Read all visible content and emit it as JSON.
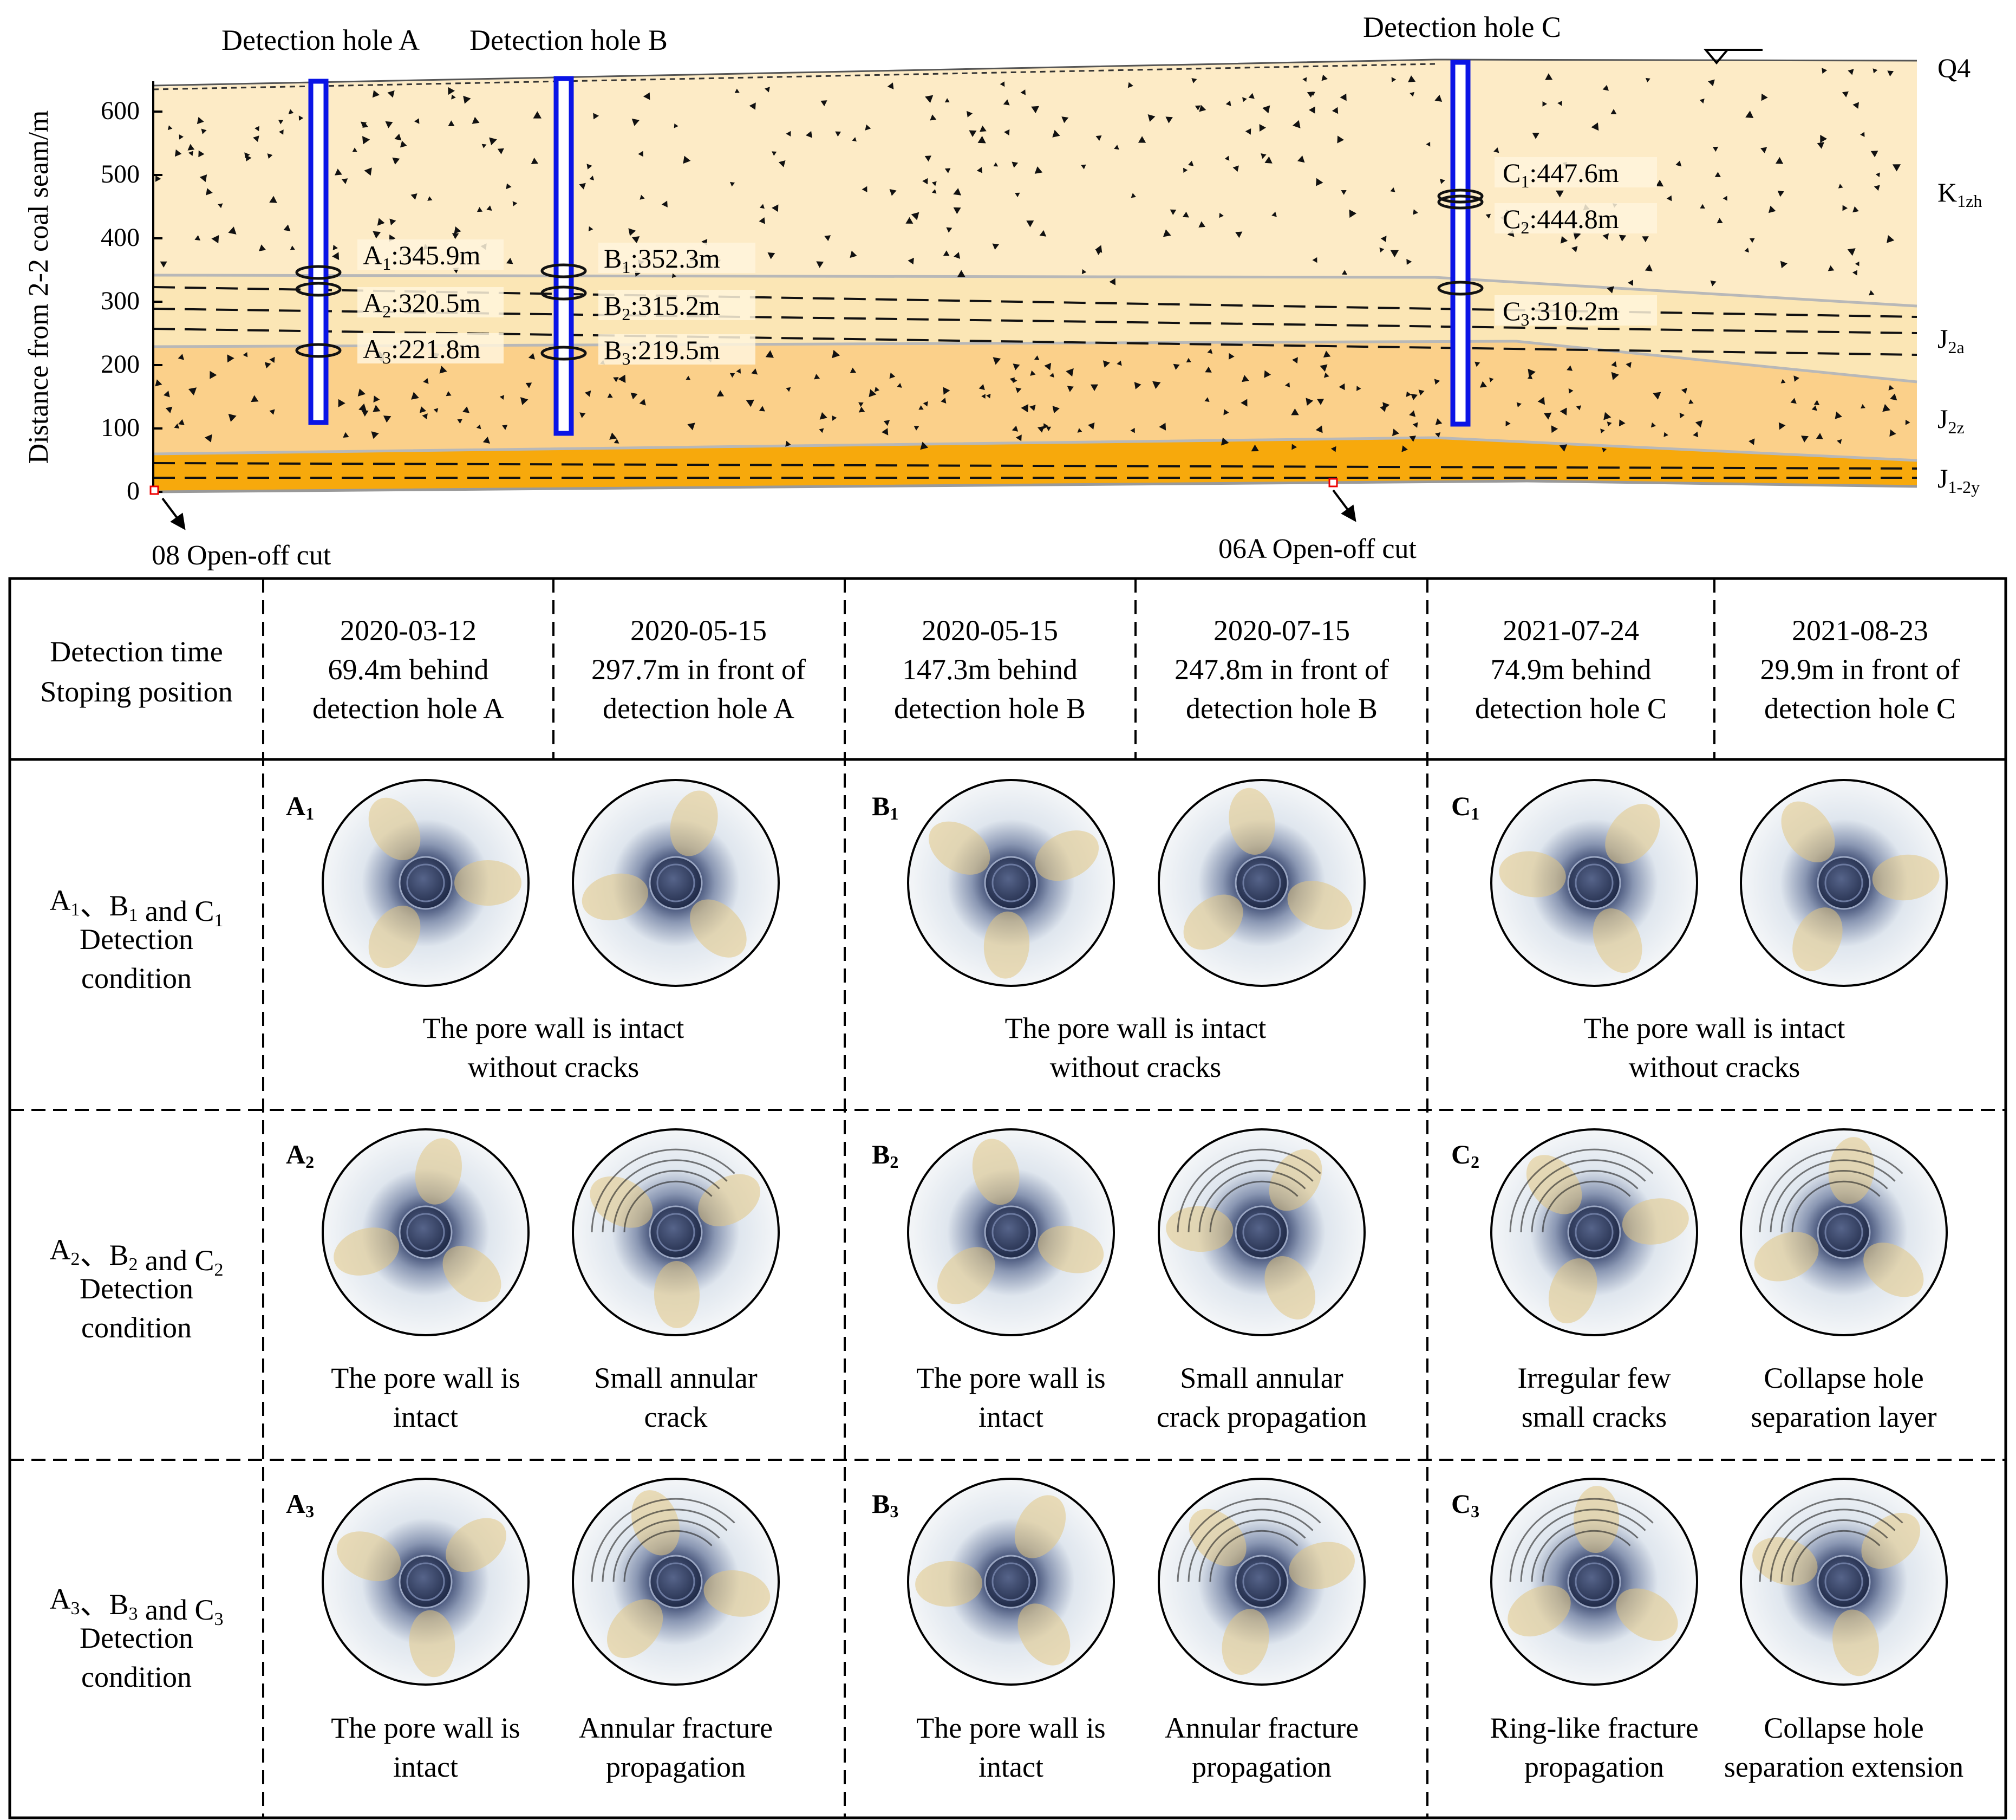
{
  "section": {
    "hole_titles": [
      "Detection hole A",
      "Detection hole B",
      "Detection hole C"
    ],
    "y_axis_label": "Distance from 2-2 coal seam/m",
    "y_ticks": [
      "0",
      "100",
      "200",
      "300",
      "400",
      "500",
      "600"
    ],
    "layers": [
      "Q4",
      "K1zh",
      "J2a",
      "J2z",
      "J1-2y"
    ],
    "markers": [
      {
        "main": "A",
        "sub": "1",
        "val": ":345.9m"
      },
      {
        "main": "A",
        "sub": "2",
        "val": ":320.5m"
      },
      {
        "main": "A",
        "sub": "3",
        "val": ":221.8m"
      },
      {
        "main": "B",
        "sub": "1",
        "val": ":352.3m"
      },
      {
        "main": "B",
        "sub": "2",
        "val": ":315.2m"
      },
      {
        "main": "B",
        "sub": "3",
        "val": ":219.5m"
      },
      {
        "main": "C",
        "sub": "1",
        "val": ":447.6m"
      },
      {
        "main": "C",
        "sub": "2",
        "val": ":444.8m"
      },
      {
        "main": "C",
        "sub": "3",
        "val": ":310.2m"
      }
    ],
    "open_off_cuts": [
      "08 Open-off cut",
      "06A Open-off cut"
    ],
    "colors": {
      "hole": "#0a14e6",
      "upper_layer": "#fdebc6",
      "mid_layer": "#fbe2ac",
      "lower_layer": "#fbcf7e",
      "coal_layer": "#f7a90c"
    }
  },
  "table": {
    "header_label": [
      "Detection time",
      "Stoping position"
    ],
    "columns": [
      [
        "2020-03-12",
        "69.4m behind",
        "detection hole A"
      ],
      [
        "2020-05-15",
        "297.7m in front of",
        "detection hole A"
      ],
      [
        "2020-05-15",
        "147.3m behind",
        "detection hole B"
      ],
      [
        "2020-07-15",
        "247.8m in front of",
        "detection hole B"
      ],
      [
        "2021-07-24",
        "74.9m behind",
        "detection hole C"
      ],
      [
        "2021-08-23",
        "29.9m in front of",
        "detection hole C"
      ]
    ],
    "row_labels": [
      [
        "A1、B1 and C1",
        "Detection",
        "condition"
      ],
      [
        "A2、B2 and C2",
        "Detection",
        "condition"
      ],
      [
        "A3、B3 and C3",
        "Detection",
        "condition"
      ]
    ],
    "panel_tags": [
      [
        "A1",
        "B1",
        "C1"
      ],
      [
        "A2",
        "B2",
        "C2"
      ],
      [
        "A3",
        "B3",
        "C3"
      ]
    ],
    "captions": {
      "row1": [
        [
          "The pore wall is intact",
          "without cracks"
        ],
        [
          "The pore wall is intact",
          "without cracks"
        ],
        [
          "The pore wall is intact",
          "without cracks"
        ]
      ],
      "row2": [
        [
          "The pore wall is",
          "intact"
        ],
        [
          "Small annular",
          "crack"
        ],
        [
          "The pore wall is",
          "intact"
        ],
        [
          "Small annular",
          "crack propagation"
        ],
        [
          "Irregular few",
          "small cracks"
        ],
        [
          "Collapse hole",
          "separation layer"
        ]
      ],
      "row3": [
        [
          "The pore wall is",
          "intact"
        ],
        [
          "Annular fracture",
          "propagation"
        ],
        [
          "The pore wall is",
          "intact"
        ],
        [
          "Annular fracture",
          "propagation"
        ],
        [
          "Ring-like fracture",
          "propagation"
        ],
        [
          "Collapse hole",
          "separation extension"
        ]
      ]
    },
    "photo_colors": {
      "wall": "#e9edf2",
      "warm": "#e2c684",
      "core": "#2d3a5c"
    }
  }
}
